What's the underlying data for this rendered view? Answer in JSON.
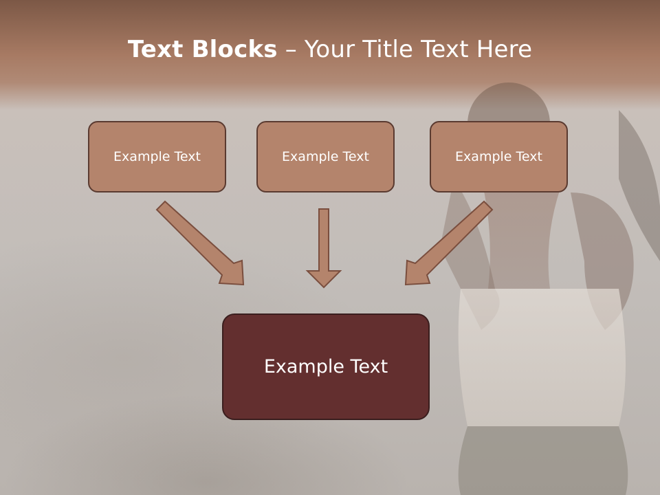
{
  "slide": {
    "title_bold": "Text Blocks",
    "title_rest": " – Your Title Text Here"
  },
  "blocks": [
    {
      "label": "Example Text"
    },
    {
      "label": "Example Text"
    },
    {
      "label": "Example Text"
    }
  ],
  "target": {
    "label": "Example Text"
  },
  "colors": {
    "header": "#a77a63",
    "block_fill": "#b4846c",
    "block_border": "#5a3a30",
    "target_fill": "#632f2f",
    "arrow_fill": "#b4846c"
  },
  "icons": {
    "arrow_left": "arrow-down-right-icon",
    "arrow_center": "arrow-down-icon",
    "arrow_right": "arrow-down-left-icon"
  }
}
